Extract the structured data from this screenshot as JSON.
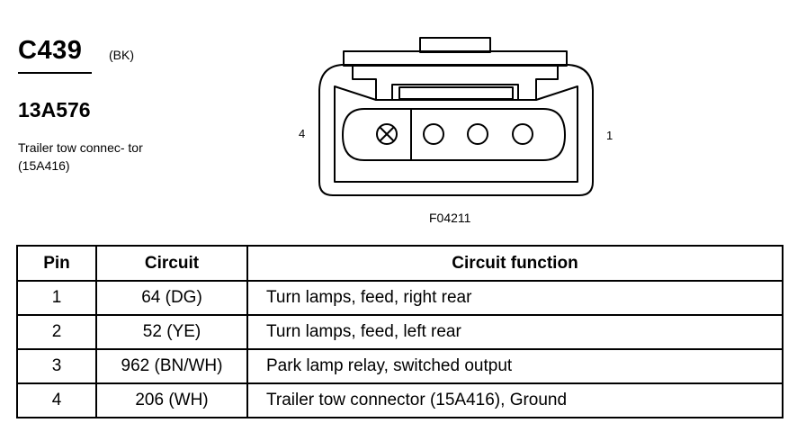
{
  "header": {
    "connector_id": "C439",
    "connector_color": "(BK)",
    "part_number": "13A576",
    "description": "Trailer tow connec- tor (15A416)"
  },
  "diagram": {
    "pin_left_label": "4",
    "pin_right_label": "1",
    "figure_number": "F04211"
  },
  "table": {
    "columns": [
      "Pin",
      "Circuit",
      "Circuit function"
    ],
    "rows": [
      {
        "pin": "1",
        "circuit": "64 (DG)",
        "function": "Turn lamps, feed, right rear"
      },
      {
        "pin": "2",
        "circuit": "52 (YE)",
        "function": "Turn lamps, feed, left rear"
      },
      {
        "pin": "3",
        "circuit": "962 (BN/WH)",
        "function": "Park lamp relay, switched output"
      },
      {
        "pin": "4",
        "circuit": "206 (WH)",
        "function": "Trailer tow connector (15A416), Ground"
      }
    ]
  }
}
